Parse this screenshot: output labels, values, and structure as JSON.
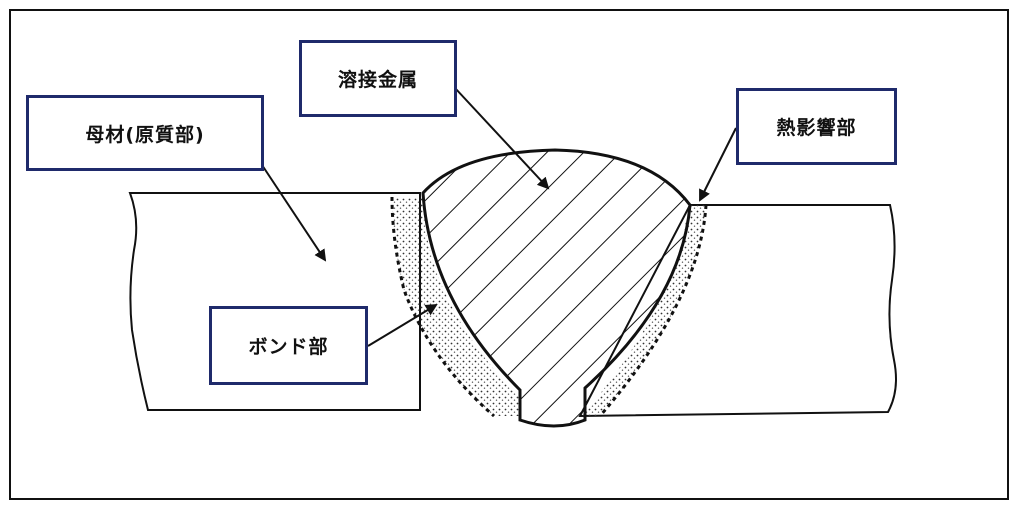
{
  "labels": {
    "base_metal": "母材(原質部)",
    "weld_metal": "溶接金属",
    "heat_affected_zone": "熱影響部",
    "bond": "ボンド部"
  },
  "colors": {
    "box_border": "#1f2a6b",
    "line": "#111111",
    "background": "#ffffff"
  }
}
